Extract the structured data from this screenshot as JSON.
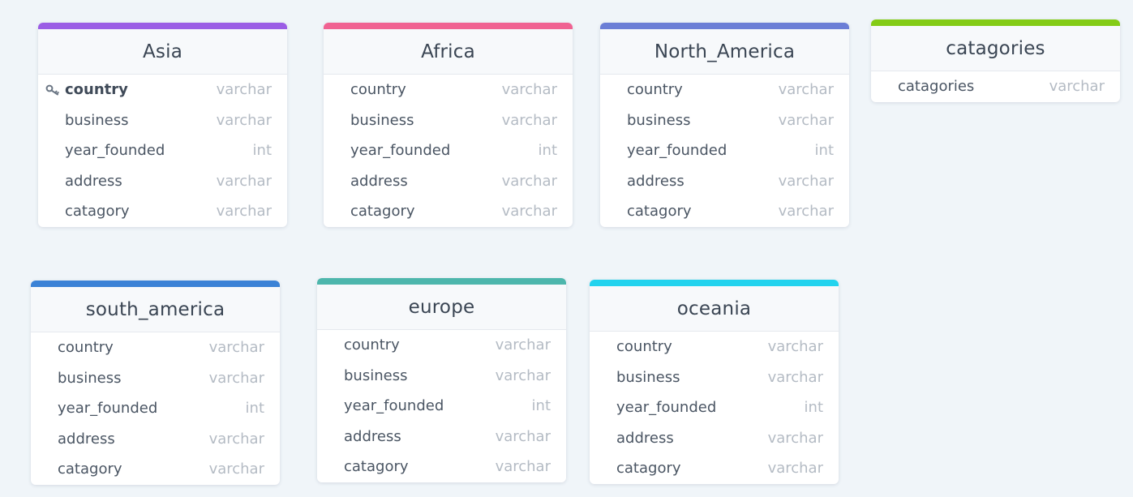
{
  "tables": [
    {
      "name": "Asia",
      "accent": "#9b5de5",
      "fields": [
        {
          "name": "country",
          "type": "varchar",
          "pk": true
        },
        {
          "name": "business",
          "type": "varchar"
        },
        {
          "name": "year_founded",
          "type": "int"
        },
        {
          "name": "address",
          "type": "varchar"
        },
        {
          "name": "catagory",
          "type": "varchar"
        }
      ]
    },
    {
      "name": "Africa",
      "accent": "#f06292",
      "fields": [
        {
          "name": "country",
          "type": "varchar"
        },
        {
          "name": "business",
          "type": "varchar"
        },
        {
          "name": "year_founded",
          "type": "int"
        },
        {
          "name": "address",
          "type": "varchar"
        },
        {
          "name": "catagory",
          "type": "varchar"
        }
      ]
    },
    {
      "name": "North_America",
      "accent": "#6b7ed6",
      "fields": [
        {
          "name": "country",
          "type": "varchar"
        },
        {
          "name": "business",
          "type": "varchar"
        },
        {
          "name": "year_founded",
          "type": "int"
        },
        {
          "name": "address",
          "type": "varchar"
        },
        {
          "name": "catagory",
          "type": "varchar"
        }
      ]
    },
    {
      "name": "catagories",
      "accent": "#84cc16",
      "fields": [
        {
          "name": "catagories",
          "type": "varchar"
        }
      ]
    },
    {
      "name": "south_america",
      "accent": "#3b82d6",
      "fields": [
        {
          "name": "country",
          "type": "varchar"
        },
        {
          "name": "business",
          "type": "varchar"
        },
        {
          "name": "year_founded",
          "type": "int"
        },
        {
          "name": "address",
          "type": "varchar"
        },
        {
          "name": "catagory",
          "type": "varchar"
        }
      ]
    },
    {
      "name": "europe",
      "accent": "#4db6ac",
      "fields": [
        {
          "name": "country",
          "type": "varchar"
        },
        {
          "name": "business",
          "type": "varchar"
        },
        {
          "name": "year_founded",
          "type": "int"
        },
        {
          "name": "address",
          "type": "varchar"
        },
        {
          "name": "catagory",
          "type": "varchar"
        }
      ]
    },
    {
      "name": "oceania",
      "accent": "#22d3ee",
      "fields": [
        {
          "name": "country",
          "type": "varchar"
        },
        {
          "name": "business",
          "type": "varchar"
        },
        {
          "name": "year_founded",
          "type": "int"
        },
        {
          "name": "address",
          "type": "varchar"
        },
        {
          "name": "catagory",
          "type": "varchar"
        }
      ]
    }
  ]
}
